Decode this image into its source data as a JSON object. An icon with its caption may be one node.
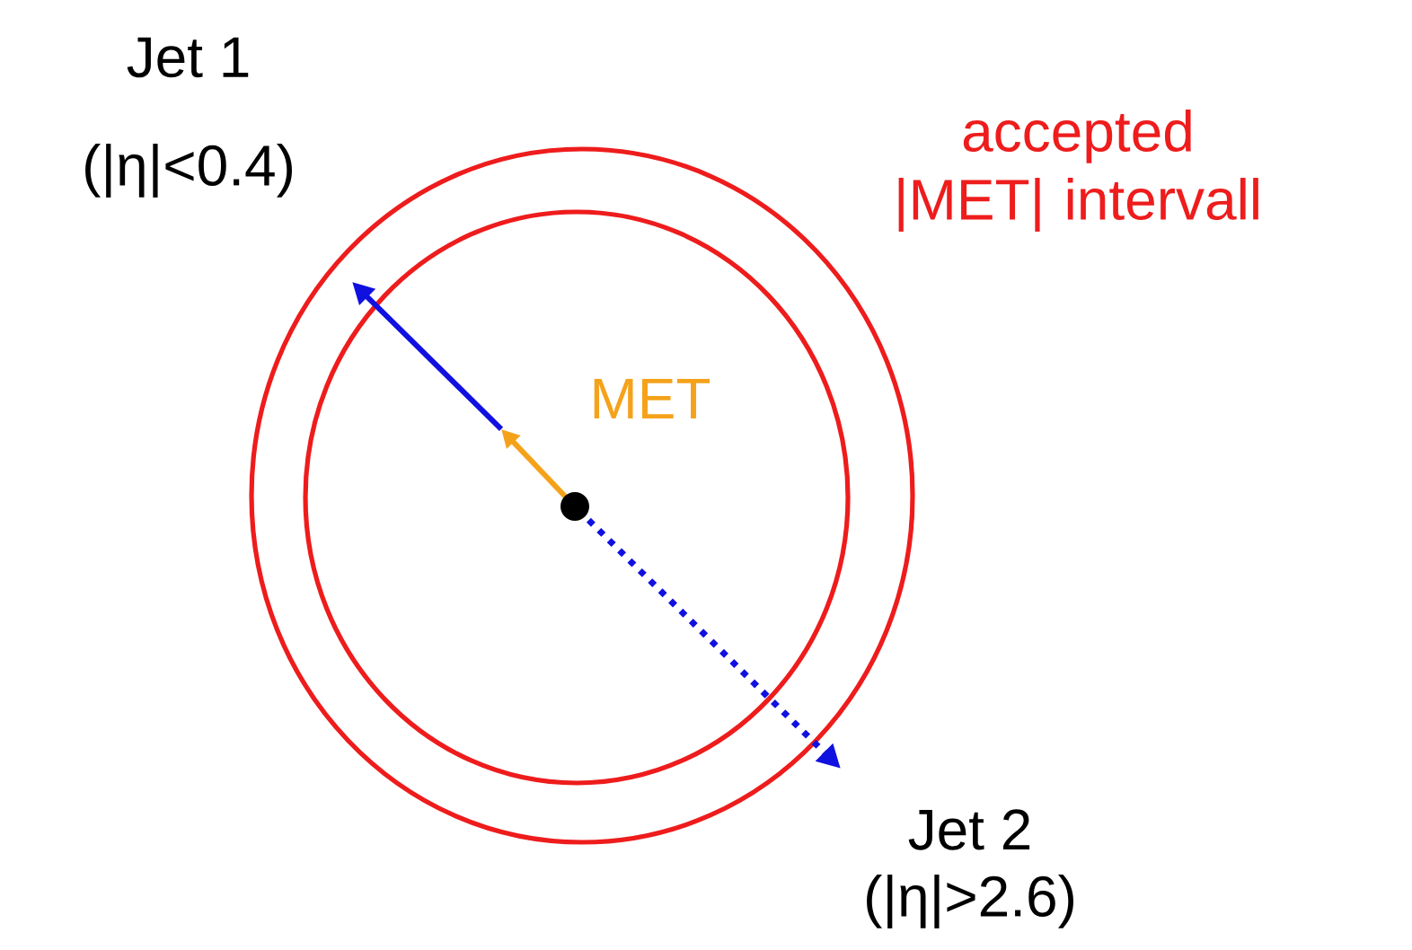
{
  "diagram": {
    "labels": [
      "Jet 1",
      "(|η|<0.4)",
      "accepted |MET| intervall",
      "MET",
      "Jet 2",
      "(|η|>2.6)"
    ]
  }
}
